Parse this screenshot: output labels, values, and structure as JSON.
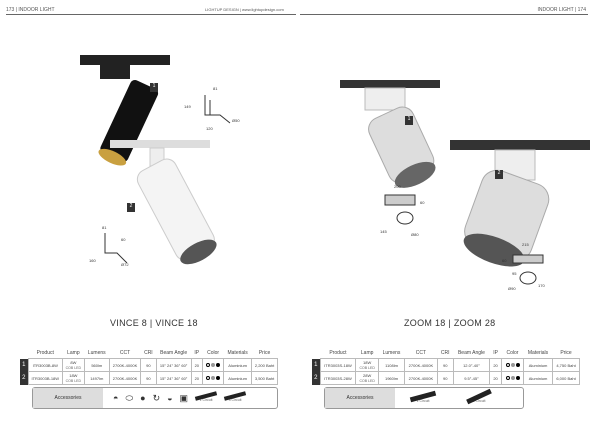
{
  "header": {
    "left_page": "173",
    "left_section": "INDOOR LIGHT",
    "center_brand": "LIGHTUP DESIGN",
    "center_url": "www.lightupdesign.com",
    "right_section": "INDOOR LIGHT",
    "right_page": "174"
  },
  "left": {
    "title": "VINCE 8 | VINCE 18",
    "markers": [
      "1",
      "2"
    ],
    "dims1": {
      "a": "81",
      "b": "149",
      "c": "120",
      "d": "Ø50"
    },
    "dims2": {
      "a": "81",
      "b": "160",
      "c": "60",
      "d": "Ø72"
    },
    "columns": [
      "Product",
      "Lamp",
      "Lumens",
      "CCT",
      "CRI",
      "Beam Angle",
      "IP",
      "Color",
      "Materials",
      "Price"
    ],
    "rows": [
      {
        "no": "1",
        "product": "ITR3003B-8W",
        "lamp": "8W",
        "lamp_sub": "COB LED",
        "lumens": "560lm",
        "cct": "2700K-4000K",
        "cri": "90",
        "beam": "15° 24° 36° 60°",
        "ip": "20",
        "materials": "Aluminium",
        "price": "2,200 Baht"
      },
      {
        "no": "2",
        "product": "ITR3003B-18W",
        "lamp": "18W",
        "lamp_sub": "COB LED",
        "lumens": "1497lm",
        "cct": "2700K-4000K",
        "cri": "90",
        "beam": "15° 24° 36° 60°",
        "ip": "20",
        "materials": "Aluminium",
        "price": "3,500 Baht"
      }
    ],
    "accessories_label": "Accessories",
    "acc_captions": [
      "1 Circuit",
      "3 Circuit"
    ]
  },
  "right": {
    "title": "ZOOM 18 | ZOOM 28",
    "markers": [
      "1",
      "2"
    ],
    "dims1": {
      "a": "200",
      "b": "60",
      "c": "145",
      "d": "Ø80"
    },
    "dims2": {
      "a": "215",
      "b": "60",
      "c": "95",
      "d": "Ø90",
      "e": "170"
    },
    "columns": [
      "Product",
      "Lamp",
      "Lumens",
      "CCT",
      "CRI",
      "Beam Angle",
      "IP",
      "Color",
      "Materials",
      "Price"
    ],
    "rows": [
      {
        "no": "1",
        "product": "ITR3003S-18W",
        "lamp": "18W",
        "lamp_sub": "COB LED",
        "lumens": "1108lm",
        "cct": "2700K-4000K",
        "cri": "90",
        "beam": "12.0°-40°",
        "ip": "20",
        "materials": "Aluminium",
        "price": "4,750 Baht"
      },
      {
        "no": "2",
        "product": "ITR3003S-28W",
        "lamp": "28W",
        "lamp_sub": "COB LED",
        "lumens": "1960lm",
        "cct": "2700K-4000K",
        "cri": "90",
        "beam": "9.5°-45°",
        "ip": "20",
        "materials": "Aluminium",
        "price": "6,000 Baht"
      }
    ],
    "accessories_label": "Accessories",
    "acc_captions": [
      "1 Circuit",
      "3 Circuit"
    ]
  }
}
